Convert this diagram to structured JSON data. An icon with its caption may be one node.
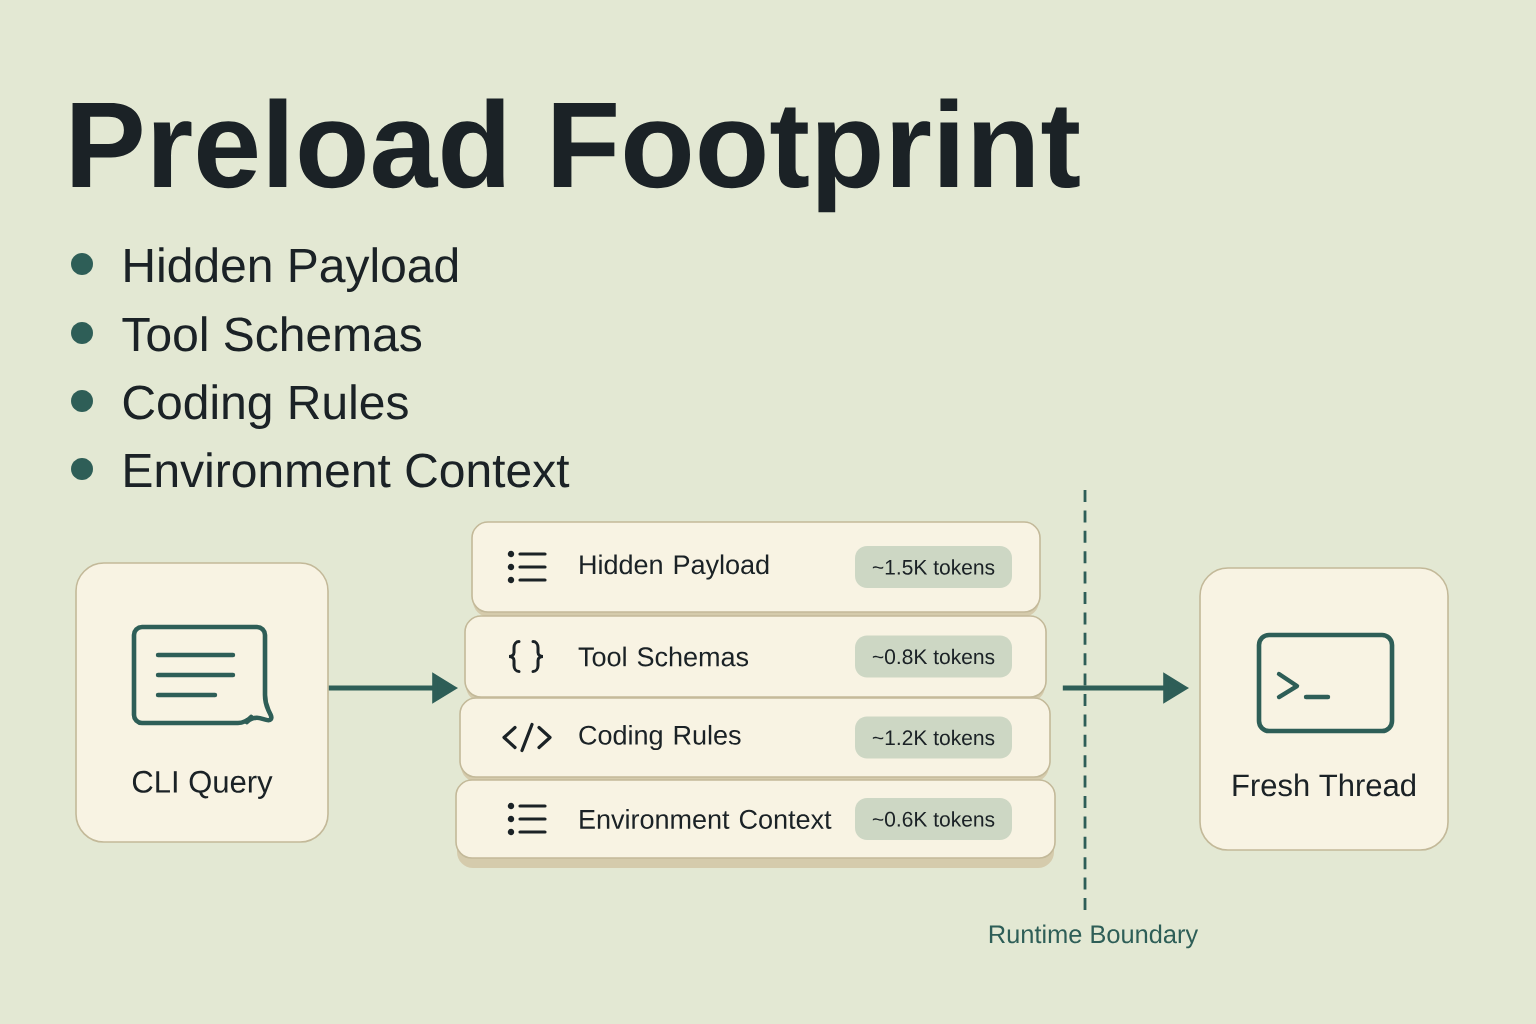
{
  "diagram": {
    "title": "Preload Footprint",
    "nodes": [
      {
        "text": [
          "CLI Query"
        ]
      },
      {
        "text": [
          "Hidden Payload"
        ]
      },
      {
        "text": [
          "~1.5K tokens"
        ],
        "in": 1
      },
      {
        "text": [
          "Tool Schemas"
        ]
      },
      {
        "text": [
          "~0.8K tokens"
        ],
        "in": 3
      },
      {
        "text": [
          "Coding Rules"
        ]
      },
      {
        "text": [
          "~1.2K tokens"
        ],
        "in": 5
      },
      {
        "text": [
          "Environment Context"
        ]
      },
      {
        "text": [
          "~0.6K tokens"
        ],
        "in": 7
      },
      {
        "text": [
          "Fresh Thread"
        ]
      }
    ],
    "edges": [
      {
        "from": 0,
        "to": 3,
        "arrow": "to"
      },
      {
        "from": 3,
        "to": 9,
        "arrow": "to"
      }
    ],
    "labels": [
      "Hidden Payload",
      "Tool Schemas",
      "Coding Rules",
      "Environment Context",
      "Runtime Boundary"
    ]
  }
}
